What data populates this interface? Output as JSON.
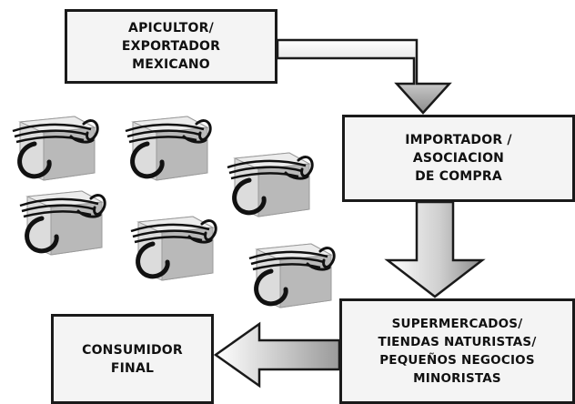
{
  "nodes": {
    "apicultor": "APICULTOR/\nEXPORTADOR\nMEXICANO",
    "importador": "IMPORTADOR /\nASOCIACION\nDE COMPRA",
    "supermercados": "SUPERMERCADOS/\nTIENDAS NATURISTAS/\nPEQUEÑOS NEGOCIOS\nMINORISTAS",
    "consumidor": "CONSUMIDOR\nFINAL"
  },
  "flow": [
    {
      "from": "apicultor",
      "to": "importador"
    },
    {
      "from": "importador",
      "to": "supermercados"
    },
    {
      "from": "supermercados",
      "to": "consumidor"
    }
  ],
  "illustration": {
    "icon": "honey-bee-box-icon",
    "count": 6
  },
  "colors": {
    "box_fill": "#f4f4f4",
    "box_border": "#1a1a1a",
    "arrow_light": "#ffffff",
    "arrow_dark": "#8c8c8c"
  }
}
